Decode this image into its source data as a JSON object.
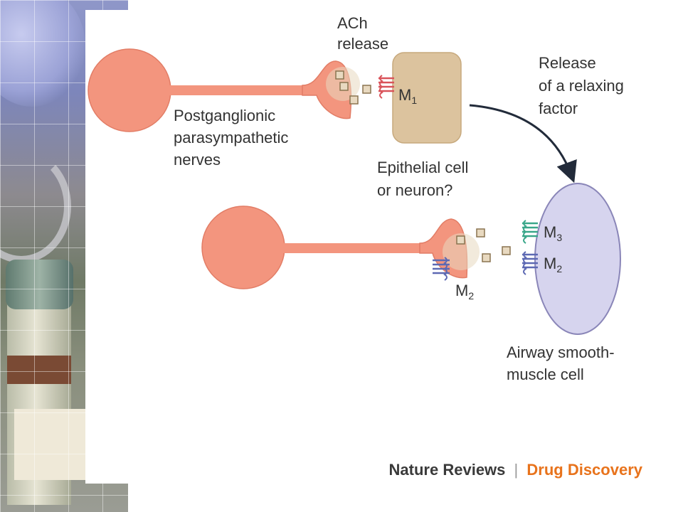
{
  "labels": {
    "ach_release": [
      "ACh",
      "release"
    ],
    "relaxing_factor": [
      "Release",
      "of a relaxing",
      "factor"
    ],
    "nerves": [
      "Postganglionic",
      "parasympathetic",
      "nerves"
    ],
    "epithelial": [
      "Epithelial cell",
      "or neuron?"
    ],
    "smooth_muscle": [
      "Airway smooth-",
      "muscle cell"
    ],
    "receptors": {
      "m1": {
        "letter": "M",
        "sub": "1"
      },
      "m3": {
        "letter": "M",
        "sub": "3"
      },
      "m2_muscle": {
        "letter": "M",
        "sub": "2"
      },
      "m2_nerve": {
        "letter": "M",
        "sub": "2"
      }
    }
  },
  "credit": {
    "journal": "Nature Reviews",
    "separator": "|",
    "section": "Drug Discovery"
  },
  "colors": {
    "neuron": "#f3957e",
    "neuron_stroke": "#e27d66",
    "epithelial_cell": "#dcc39e",
    "muscle_cell": "#d6d4ee",
    "ach_vesicle": "#e8d9c0",
    "receptor_red": "#d9535a",
    "receptor_green": "#3aa78a",
    "receptor_blue": "#5d69b3",
    "section_orange": "#e8731c"
  }
}
